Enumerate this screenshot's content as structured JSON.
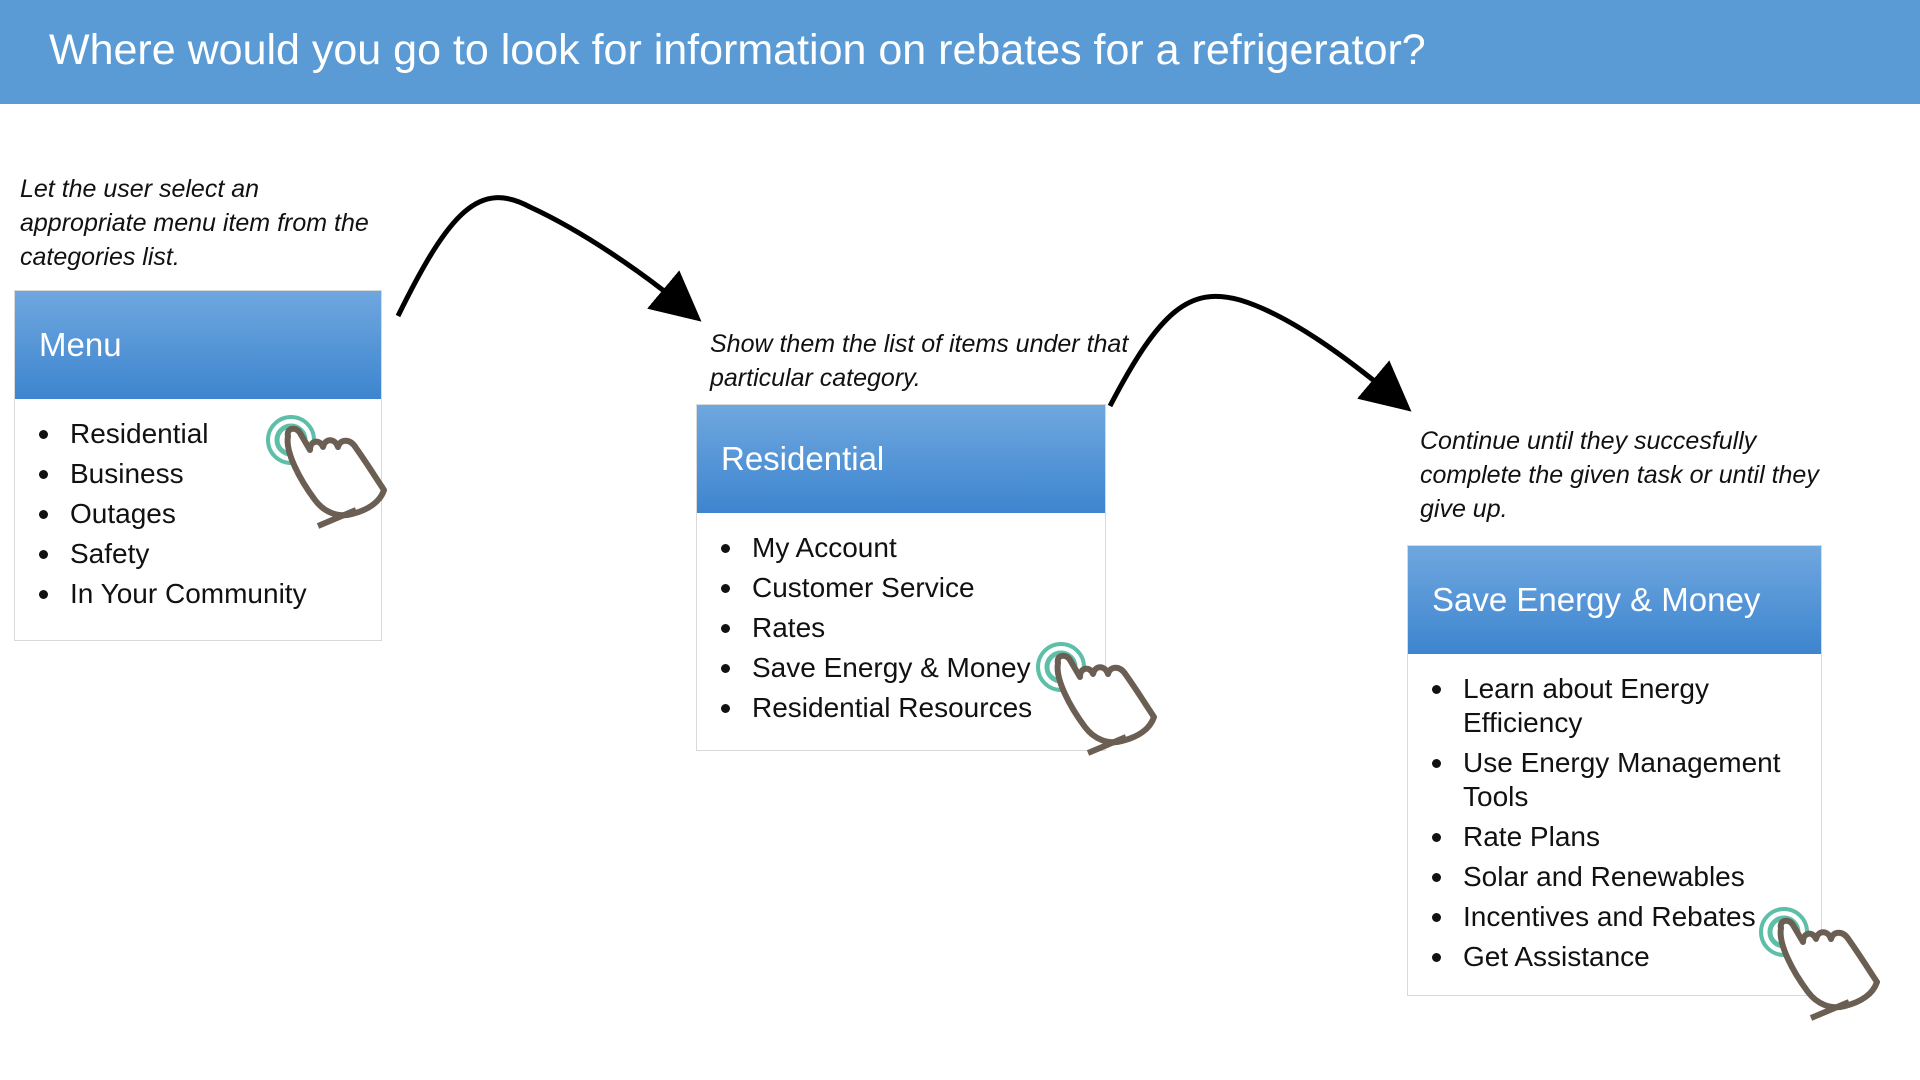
{
  "header": {
    "title": "Where would you go to look for information on rebates for a refrigerator?"
  },
  "steps": [
    {
      "note": "Let the user select an appropriate menu item from the categories list.",
      "panel_title": "Menu",
      "items": [
        "Residential",
        "Business",
        "Outages",
        "Safety",
        "In Your Community"
      ],
      "selected": "Residential"
    },
    {
      "note": "Show them the list of items under that particular category.",
      "panel_title": "Residential",
      "items": [
        "My Account",
        "Customer Service",
        "Rates",
        "Save Energy & Money",
        "Residential Resources"
      ],
      "selected": "Save Energy & Money"
    },
    {
      "note": "Continue until they succesfully complete the given task or until they give up.",
      "panel_title": "Save Energy & Money",
      "items": [
        "Learn about Energy Efficiency",
        "Use Energy Management Tools",
        "Rate Plans",
        "Solar and Renewables",
        "Incentives and Rebates",
        "Get Assistance"
      ],
      "selected": "Incentives and Rebates"
    }
  ],
  "icons": {
    "pointer": "hand-pointer-icon",
    "tap_ring": "tap-ring-icon",
    "arrow": "curved-arrow-icon"
  },
  "colors": {
    "header_bg": "#5b9bd5",
    "panel_head_top": "#6fa7df",
    "panel_head_bottom": "#3d85cf",
    "tap_ring": "#5dbfa8",
    "hand_stroke": "#6b5e52"
  }
}
